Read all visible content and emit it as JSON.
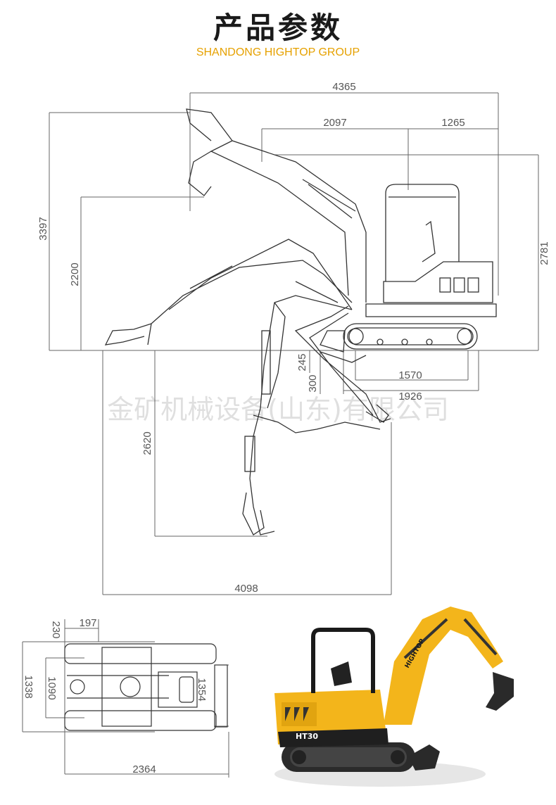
{
  "header": {
    "title": "产品参数",
    "subtitle": "SHANDONG HIGHTOP GROUP"
  },
  "watermark": "金矿机械设备(山东)有限公司",
  "side_view_dims": {
    "overall_length": "4365",
    "boom_reach_a": "2097",
    "boom_reach_b": "1265",
    "max_height": "3397",
    "dump_height": "2200",
    "cab_height": "2781",
    "dig_depth_small": "245",
    "blade_depth": "300",
    "track_length": "1570",
    "track_overall": "1926",
    "max_dig_depth": "2620",
    "max_reach": "4098"
  },
  "top_view_dims": {
    "offset": "197",
    "arm_width": "230",
    "total_width": "1338",
    "track_gauge": "1090",
    "blade_width": "1354",
    "body_length": "2364"
  },
  "machine": {
    "model": "HT30",
    "brand": "HIGHTOP",
    "colors": {
      "body": "#f3b51b",
      "frame": "#222222",
      "track": "#2b2b2b",
      "accent_title": "#e6a100"
    }
  }
}
